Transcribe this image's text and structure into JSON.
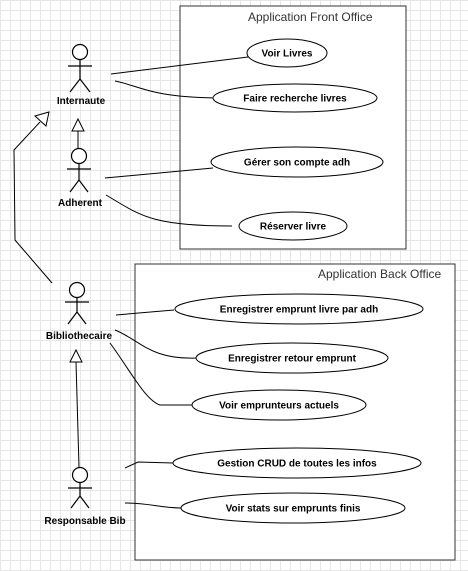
{
  "systems": {
    "front_office": {
      "title": "Application Front Office"
    },
    "back_office": {
      "title": "Application Back Office"
    }
  },
  "actors": {
    "internaute": {
      "label": "Internaute"
    },
    "adherent": {
      "label": "Adherent"
    },
    "bibliothecaire": {
      "label": "Bibliothecaire"
    },
    "responsable": {
      "label": "Responsable Bib"
    }
  },
  "use_cases": {
    "voir_livres": "Voir Livres",
    "faire_recherche": "Faire recherche livres",
    "gerer_compte": "Gérer son compte adh",
    "reserver": "Réserver livre",
    "enregistrer_emprunt": "Enregistrer emprunt livre par adh",
    "enregistrer_retour": "Enregistrer retour emprunt",
    "voir_emprunteurs": "Voir emprunteurs actuels",
    "gestion_crud": "Gestion CRUD de toutes les infos",
    "voir_stats": "Voir stats sur emprunts finis"
  }
}
